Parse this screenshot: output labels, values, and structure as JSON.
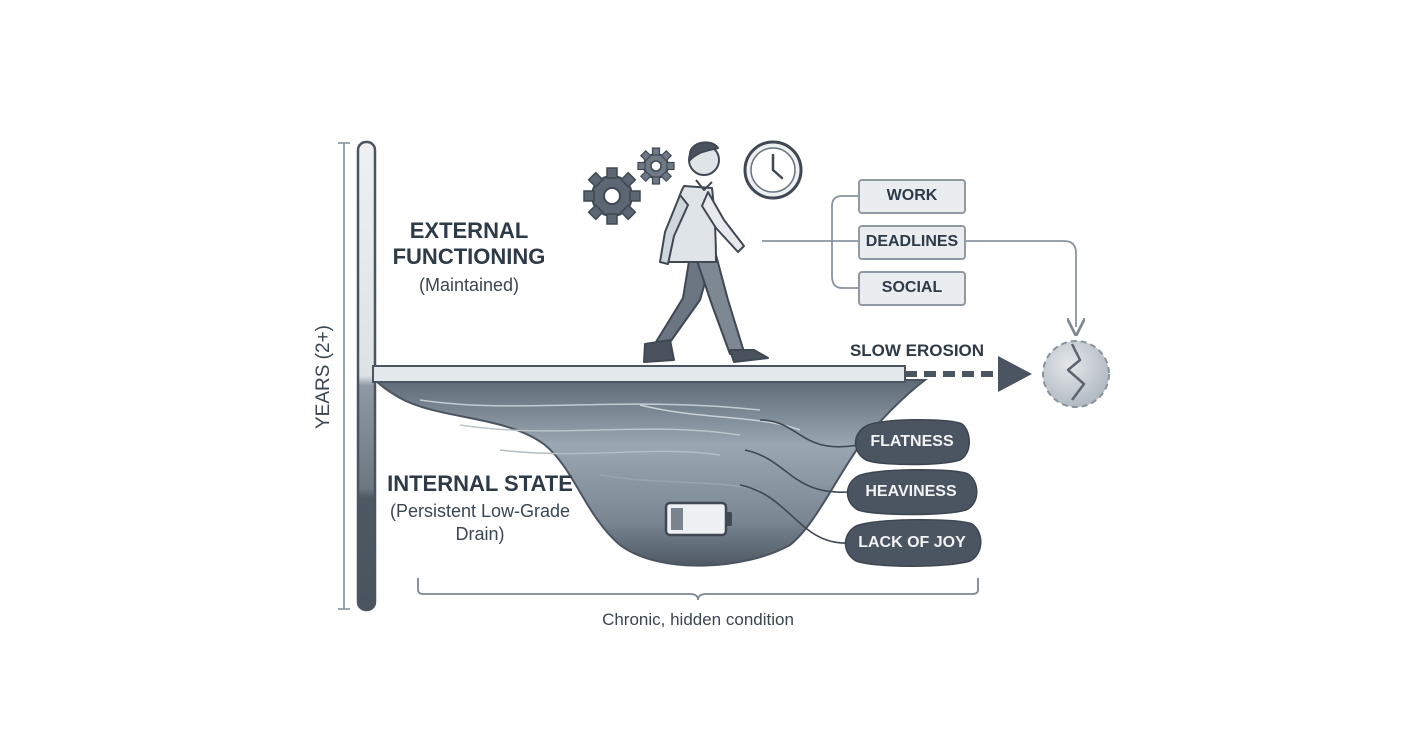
{
  "axis": {
    "label": "YEARS (2+)"
  },
  "external": {
    "title_line1": "EXTERNAL",
    "title_line2": "FUNCTIONING",
    "subtitle": "(Maintained)"
  },
  "internal": {
    "title": "INTERNAL STATE",
    "subtitle_line1": "(Persistent Low-Grade",
    "subtitle_line2": "Drain)"
  },
  "pressures": {
    "items": [
      "WORK",
      "DEADLINES",
      "SOCIAL"
    ]
  },
  "erosion": {
    "label": "SLOW EROSION"
  },
  "symptoms": {
    "items": [
      "FLATNESS",
      "HEAVINESS",
      "LACK OF JOY"
    ]
  },
  "caption": "Chronic, hidden condition",
  "icons": [
    "gear-icon",
    "clock-icon",
    "walking-person-icon",
    "low-battery-icon",
    "cracked-sphere-icon"
  ],
  "colors": {
    "ink": "#2e3a47",
    "slate": "#4b5561",
    "pool_light": "#aab4be",
    "pool_dark": "#56616c",
    "box_fill": "#e9edf0"
  }
}
